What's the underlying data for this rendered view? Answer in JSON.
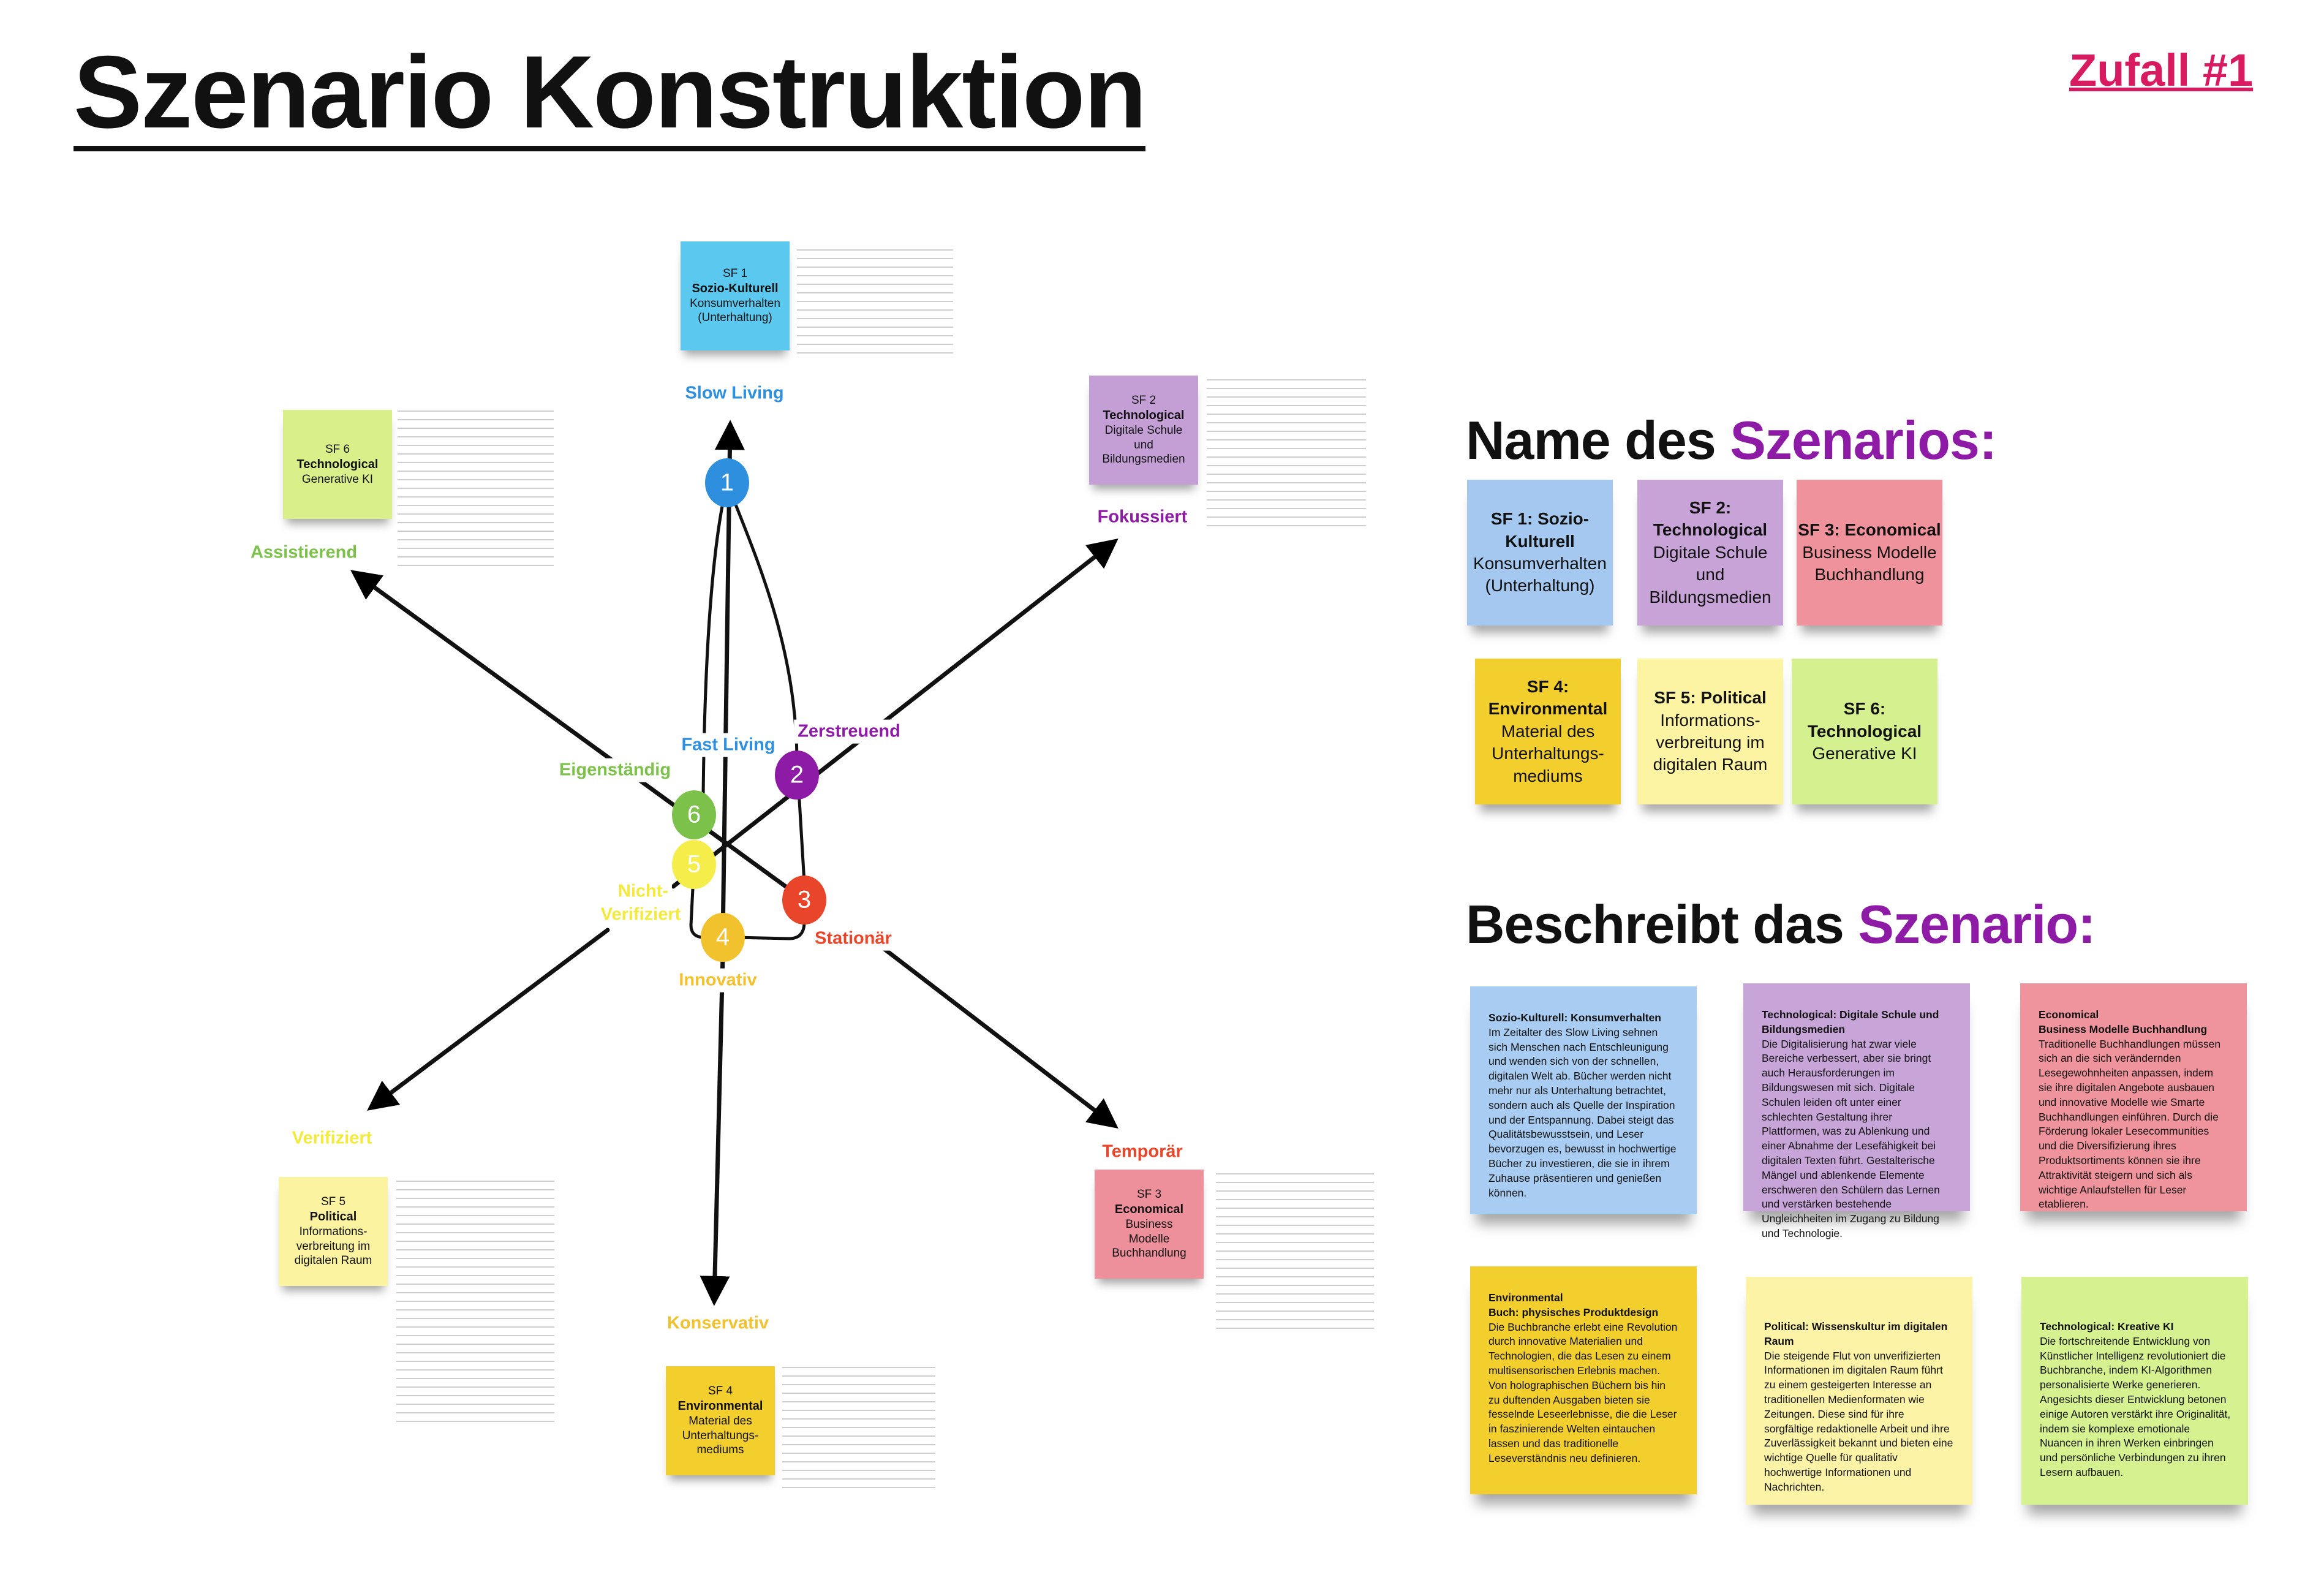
{
  "title": "Szenario Konstruktion",
  "random_label": "Zufall #1",
  "colors": {
    "sf1": "#2f8fdf",
    "sf2": "#8e1ba6",
    "sf3": "#e8452a",
    "sf4": "#f2c12e",
    "sf5": "#f3ea3c",
    "sf6": "#7cc24a",
    "accent": "#8e1ba6",
    "zufall": "#d81b60"
  },
  "diagram": {
    "nodes": [
      "1",
      "2",
      "3",
      "4",
      "5",
      "6"
    ],
    "labels": {
      "slow_living": "Slow Living",
      "fast_living": "Fast Living",
      "zerstreuend": "Zerstreuend",
      "eigenstaendig": "Eigenständig",
      "nicht": "Nicht-",
      "verifiziert_inner": "Verifiziert",
      "innovativ": "Innovativ",
      "stationaer": "Stationär",
      "assistierend": "Assistierend",
      "fokussiert": "Fokussiert",
      "verifiziert": "Verifiziert",
      "temporaer": "Temporär",
      "konservativ": "Konservativ"
    },
    "stickies": {
      "sf1": {
        "code": "SF 1",
        "category": "Sozio-Kulturell",
        "lines": [
          "Konsumverhalten",
          "(Unterhaltung)"
        ]
      },
      "sf2": {
        "code": "SF 2",
        "category": "Technological",
        "lines": [
          "Digitale Schule",
          "und",
          "Bildungsmedien"
        ]
      },
      "sf3": {
        "code": "SF 3",
        "category": "Economical",
        "lines": [
          "Business",
          "Modelle",
          "Buchhandlung"
        ]
      },
      "sf4": {
        "code": "SF 4",
        "category": "Environmental",
        "lines": [
          "Material des",
          "Unterhaltungs-",
          "mediums"
        ]
      },
      "sf5": {
        "code": "SF 5",
        "category": "Political",
        "lines": [
          "Informations-",
          "verbreitung im",
          "digitalen Raum"
        ]
      },
      "sf6": {
        "code": "SF 6",
        "category": "Technological",
        "lines": [
          "Generative KI"
        ]
      }
    }
  },
  "names_section": {
    "heading_prefix": "Name des ",
    "heading_accent": "Szenarios:",
    "notes": [
      {
        "bold": "SF 1: Sozio-Kulturell",
        "text": "Konsumverhalten (Unterhaltung)"
      },
      {
        "bold": "SF 2: Technological",
        "text": "Digitale Schule und Bildungsmedien"
      },
      {
        "bold": "SF 3: Economical",
        "text": "Business Modelle Buchhandlung"
      },
      {
        "bold": "SF 4: Environmental",
        "text": "Material des Unterhaltungs-mediums"
      },
      {
        "bold": "SF 5: Political",
        "text": "Informations-verbreitung im digitalen Raum"
      },
      {
        "bold": "SF 6: Technological",
        "text": "Generative KI"
      }
    ]
  },
  "describe_section": {
    "heading_prefix": "Beschreibt das ",
    "heading_accent": "Szenario:",
    "notes": [
      {
        "title": "Sozio-Kulturell: Konsumverhalten",
        "body": "Im Zeitalter des Slow Living sehnen sich Menschen nach Entschleunigung und wenden sich von der schnellen, digitalen Welt ab. Bücher werden nicht mehr nur als Unterhaltung betrachtet, sondern auch als Quelle der Inspiration und der Entspannung. Dabei steigt das Qualitätsbewusstsein, und Leser bevorzugen es, bewusst in hochwertige Bücher zu investieren, die sie in ihrem Zuhause präsentieren und genießen können."
      },
      {
        "title": "Technological: Digitale Schule und Bildungsmedien",
        "body": "Die Digitalisierung hat zwar viele Bereiche verbessert, aber sie bringt auch Herausforderungen im Bildungswesen mit sich. Digitale Schulen leiden oft unter einer schlechten Gestaltung ihrer Plattformen, was zu Ablenkung und einer Abnahme der Lesefähigkeit bei digitalen Texten führt. Gestalterische Mängel und ablenkende Elemente erschweren den Schülern das Lernen und verstärken bestehende Ungleichheiten im Zugang zu Bildung und Technologie."
      },
      {
        "title": "Economical",
        "subtitle": "Business Modelle Buchhandlung",
        "body": "Traditionelle Buchhandlungen müssen sich an die sich verändernden Lesegewohnheiten anpassen, indem sie ihre digitalen Angebote ausbauen und innovative Modelle wie Smarte Buchhandlungen einführen. Durch die Förderung lokaler Lesecommunities und die Diversifizierung ihres Produktsortiments können sie ihre Attraktivität steigern und sich als wichtige Anlaufstellen für Leser etablieren."
      },
      {
        "title": "Environmental",
        "subtitle": "Buch: physisches Produktdesign",
        "body": "Die Buchbranche erlebt eine Revolution durch innovative Materialien und Technologien, die das Lesen zu einem multisensorischen Erlebnis machen. Von holographischen Büchern bis hin zu duftenden Ausgaben bieten sie fesselnde Leseerlebnisse, die die Leser in faszinierende Welten eintauchen lassen und das traditionelle Leseverständnis neu definieren."
      },
      {
        "title": "Political: Wissenskultur im digitalen Raum",
        "body": "Die steigende Flut von unverifizierten Informationen im digitalen Raum führt zu einem gesteigerten Interesse an traditionellen Medienformaten wie Zeitungen. Diese sind für ihre sorgfältige redaktionelle Arbeit und ihre Zuverlässigkeit bekannt und bieten eine wichtige Quelle für qualitativ hochwertige Informationen und Nachrichten."
      },
      {
        "title": "Technological: Kreative KI",
        "body": "Die fortschreitende Entwicklung von Künstlicher Intelligenz revolutioniert die Buchbranche, indem KI-Algorithmen personalisierte Werke generieren. Angesichts dieser Entwicklung betonen einige Autoren verstärkt ihre Originalität, indem sie komplexe emotionale Nuancen in ihren Werken einbringen und persönliche Verbindungen zu ihren Lesern aufbauen."
      }
    ]
  }
}
